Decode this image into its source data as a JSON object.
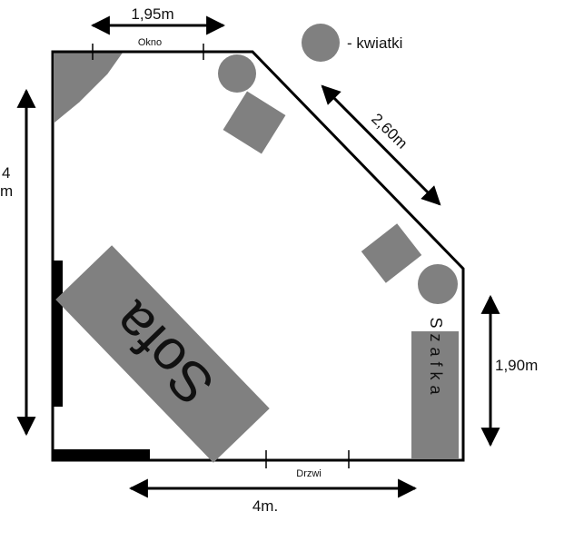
{
  "labels": {
    "window_width": "1,95m",
    "window": "Okno",
    "legend_text": "- kwiatki",
    "diagonal_length": "2,60m",
    "left_height_num": "4",
    "left_height_unit": "m",
    "sofa": "Sofa",
    "cabinet": "Szafka",
    "right_height": "1,90m",
    "door": "Drzwi",
    "bottom_width": "4m."
  },
  "legend": {
    "icon": "flower-pot-circle",
    "color": "#808080"
  },
  "colors": {
    "furniture": "#808080",
    "walls": "#000000",
    "text": "#111111"
  }
}
